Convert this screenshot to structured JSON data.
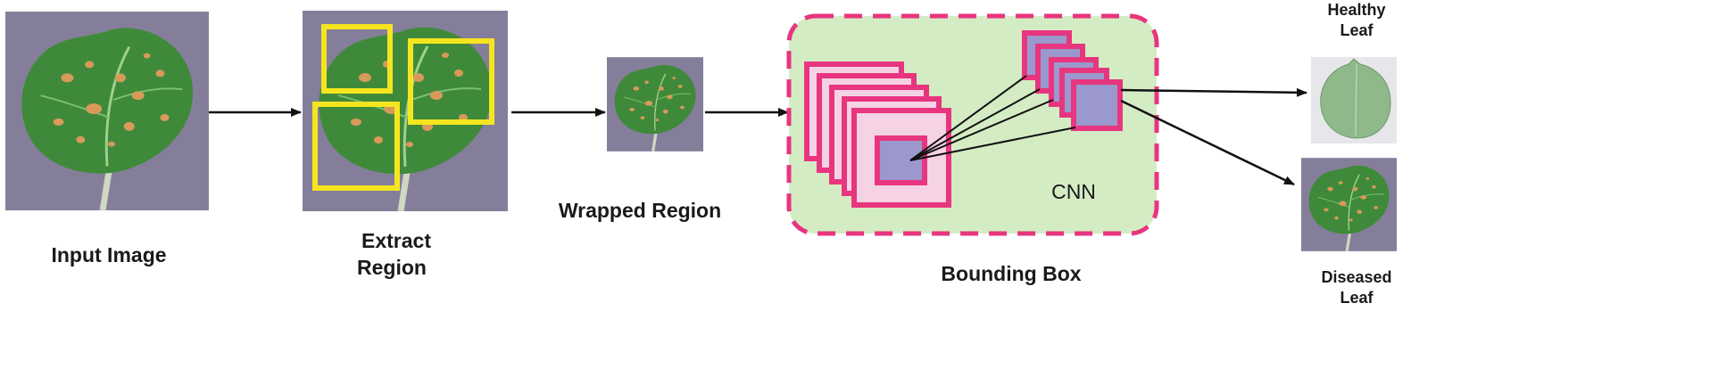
{
  "stages": {
    "input": {
      "label": "Input Image"
    },
    "extract": {
      "label_line1": "Extract",
      "label_line2": "Region"
    },
    "wrapped": {
      "label": "Wrapped Region"
    },
    "cnn": {
      "label": "CNN",
      "caption": "Bounding Box"
    },
    "outputs": {
      "healthy": {
        "line1": "Healthy",
        "line2": "Leaf"
      },
      "diseased": {
        "line1": "Diseased",
        "line2": "Leaf"
      }
    }
  },
  "colors": {
    "photo_background": "#857e9a",
    "leaf_green": "#3f8a3a",
    "leaf_spot": "#d89a5a",
    "region_box": "#f5e51f",
    "cnn_panel_fill": "#d4ecc4",
    "cnn_border": "#e8357f",
    "feature_map_fill": "#f6d3e4",
    "kernel_fill": "#9a98cc",
    "healthy_leaf": "#8fb98a"
  }
}
